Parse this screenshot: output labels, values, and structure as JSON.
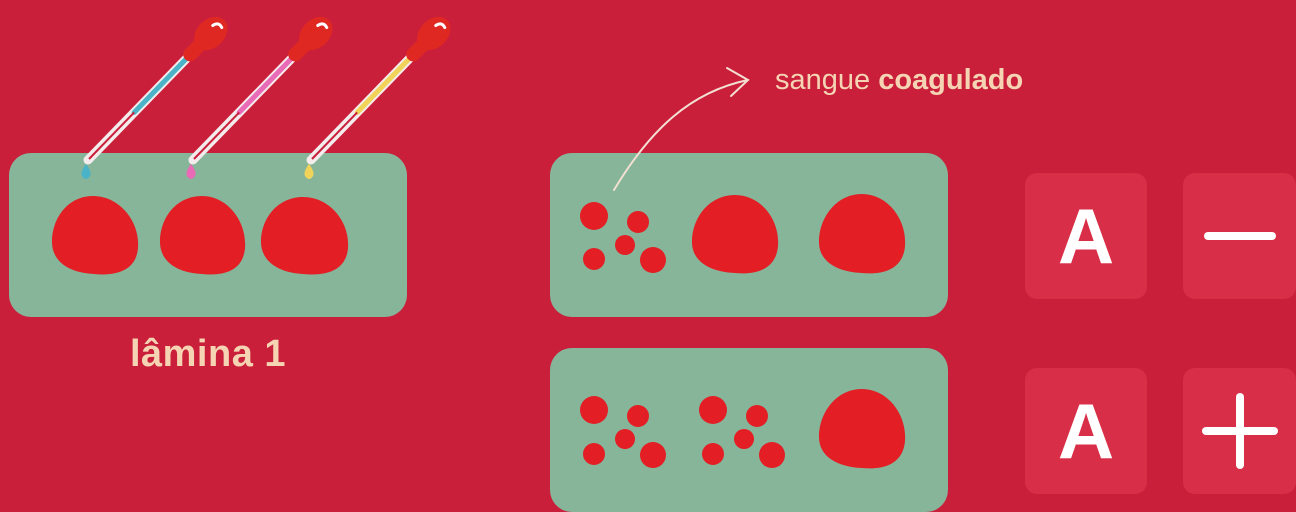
{
  "slide1": {
    "label": "lâmina 1"
  },
  "annotation": {
    "prefix": "sangue ",
    "emphasis": "coagulado"
  },
  "result_rows": [
    {
      "antigen": "A",
      "sign_label": "—",
      "sign_icon": "minus-icon"
    },
    {
      "antigen": "A",
      "sign_label": "+",
      "sign_icon": "plus-icon"
    }
  ],
  "droppers": [
    {
      "name": "dropper-blue",
      "liquid": "#4ab3c7"
    },
    {
      "name": "dropper-pink",
      "liquid": "#e96ab6"
    },
    {
      "name": "dropper-yellow",
      "liquid": "#f2d35a"
    }
  ],
  "colors": {
    "background": "#c91f3a",
    "slide": "#86b59a",
    "blood": "#e31e24",
    "tile": "#d92e47",
    "text_accent": "#f5d4b4",
    "dropper_bulb": "#e02823"
  }
}
